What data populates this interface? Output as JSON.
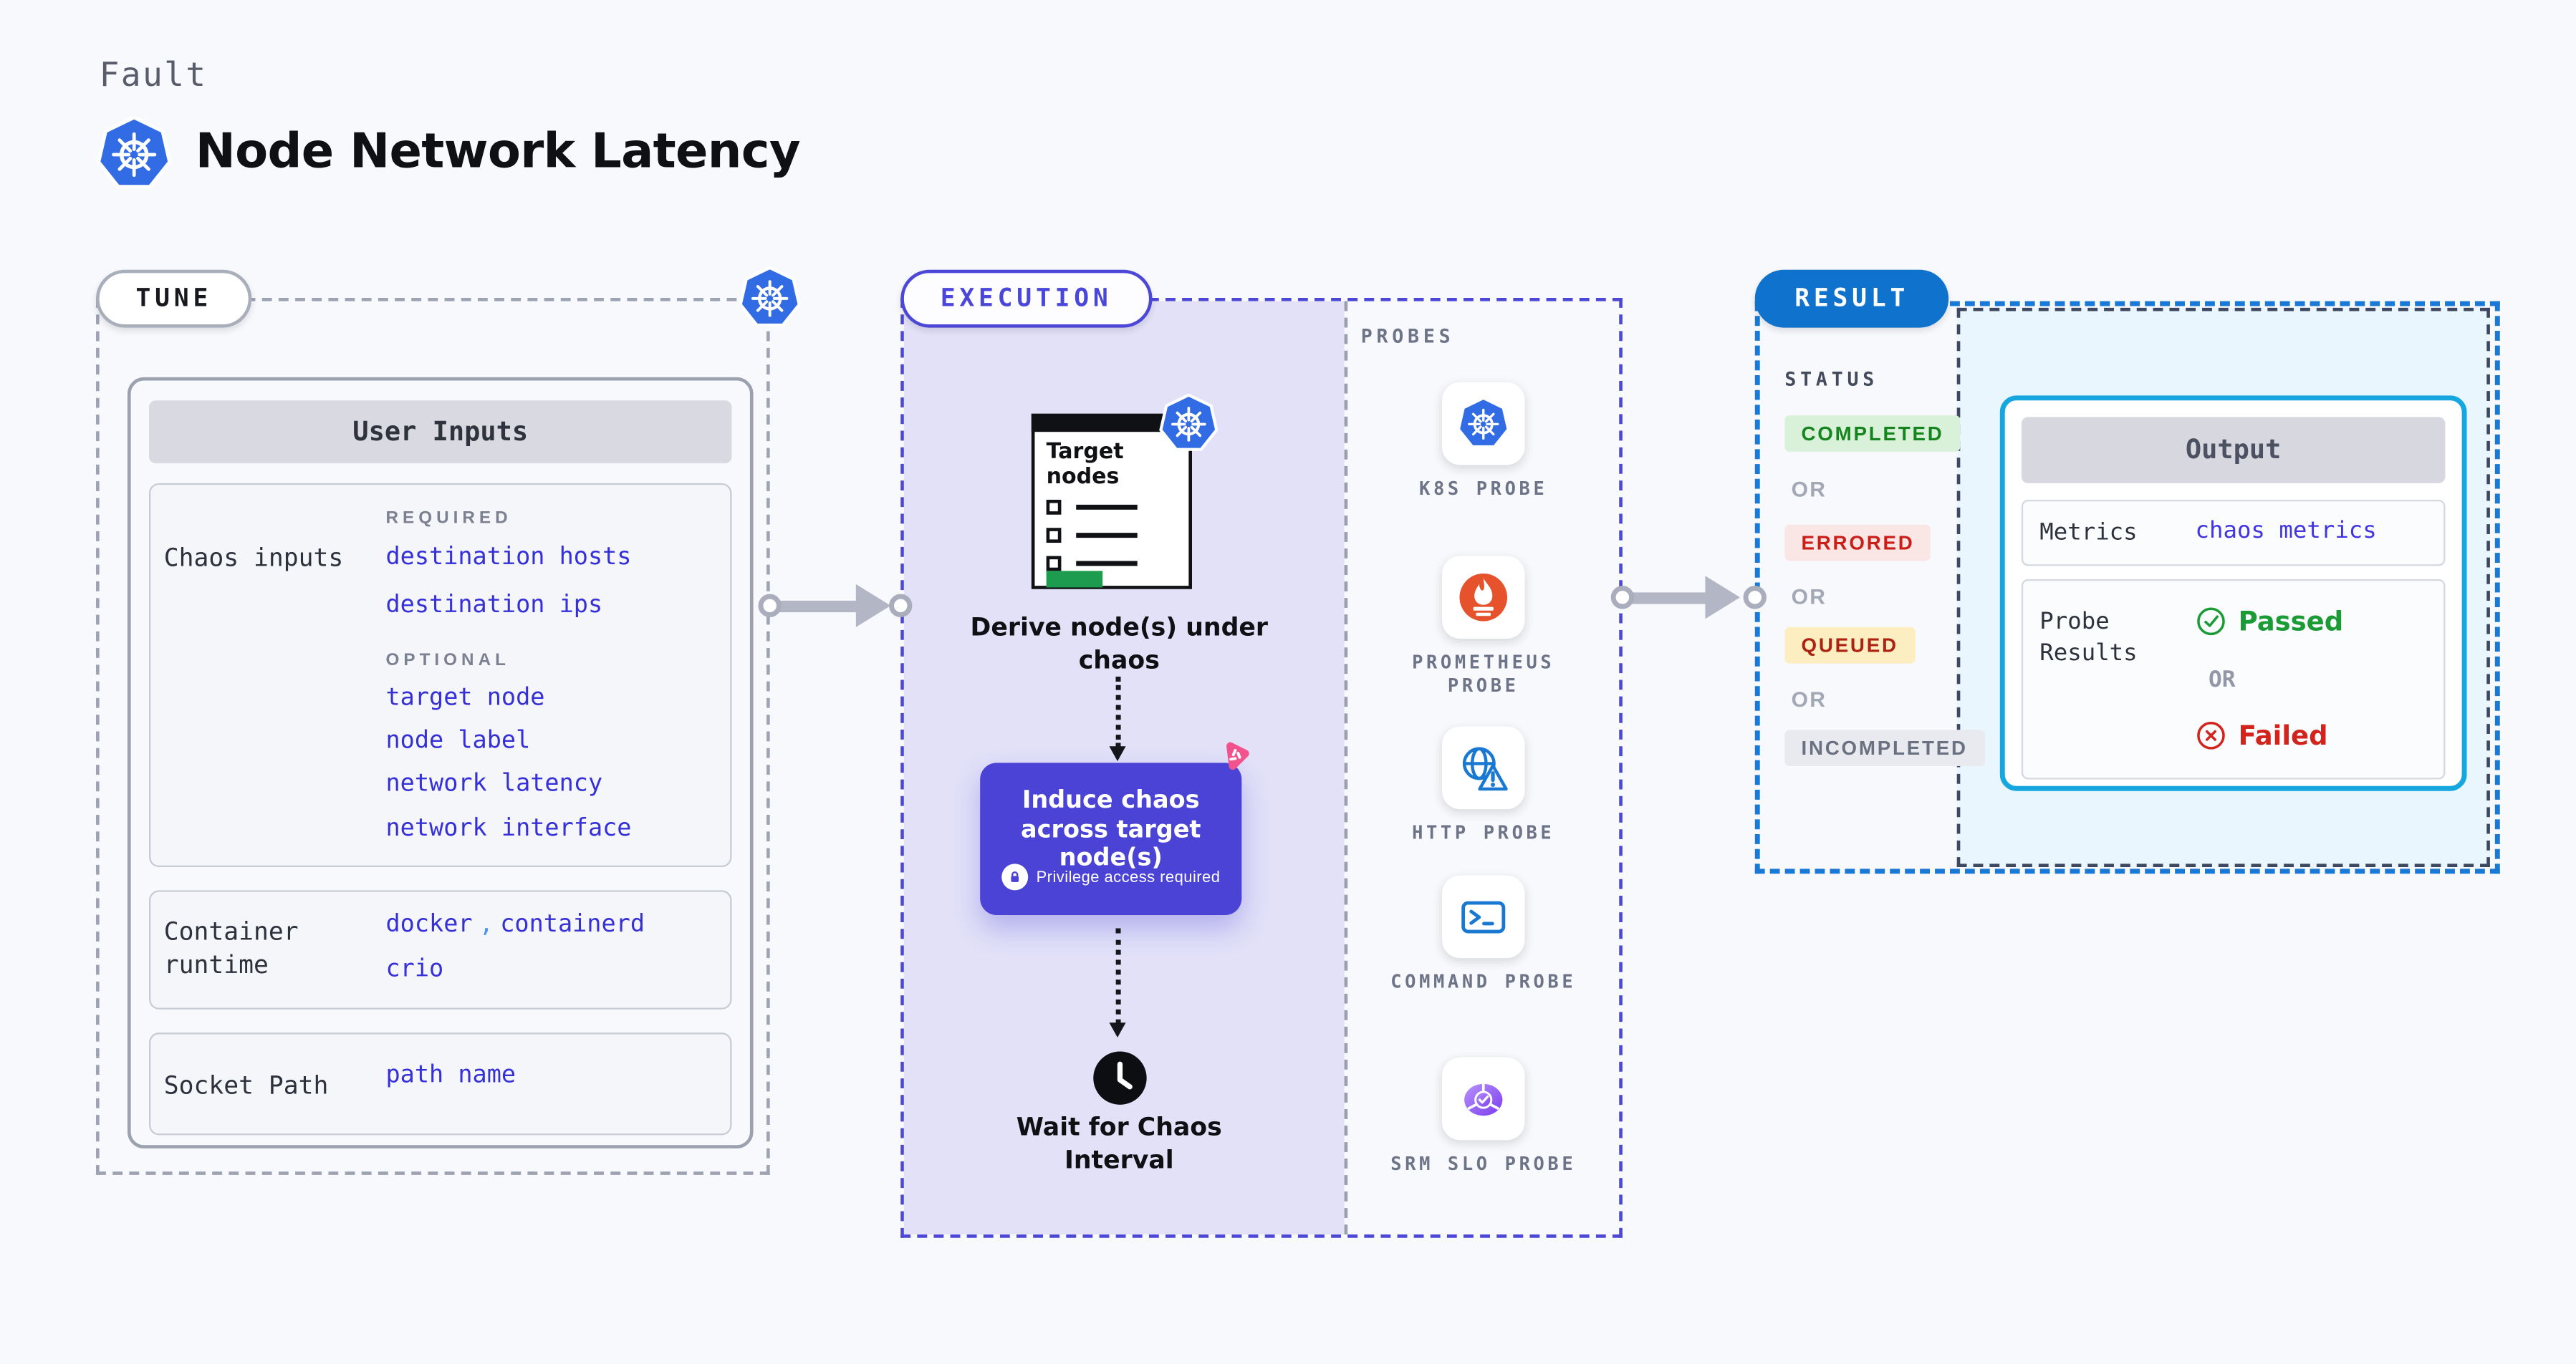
{
  "header": {
    "kicker": "Fault",
    "title": "Node Network Latency",
    "icon": "kubernetes-icon"
  },
  "tune": {
    "label": "TUNE",
    "user_inputs_title": "User Inputs",
    "chaos_inputs": {
      "label": "Chaos inputs",
      "required_heading": "REQUIRED",
      "required_values": [
        "destination hosts",
        "destination ips"
      ],
      "optional_heading": "OPTIONAL",
      "optional_values": [
        "target node",
        "node label",
        "network latency",
        "network interface"
      ]
    },
    "container_runtime": {
      "label": "Container runtime",
      "value_1": "docker",
      "separator": ",",
      "value_2": "containerd",
      "value_3": "crio"
    },
    "socket_path": {
      "label": "Socket Path",
      "value": "path name"
    }
  },
  "execution": {
    "label": "EXECUTION",
    "target_nodes_title": "Target nodes",
    "derive_caption": "Derive node(s) under chaos",
    "induce_title": "Induce chaos across target node(s)",
    "privilege_note": "Privilege access required",
    "wait_caption": "Wait for Chaos Interval"
  },
  "probes": {
    "label": "PROBES",
    "items": [
      {
        "label": "K8S PROBE",
        "icon": "kubernetes-icon"
      },
      {
        "label": "PROMETHEUS PROBE",
        "icon": "prometheus-icon"
      },
      {
        "label": "HTTP PROBE",
        "icon": "globe-warning-icon"
      },
      {
        "label": "COMMAND PROBE",
        "icon": "terminal-icon"
      },
      {
        "label": "SRM SLO PROBE",
        "icon": "slo-gauge-icon"
      }
    ]
  },
  "result": {
    "label": "RESULT",
    "status_heading": "STATUS",
    "or_label": "OR",
    "statuses": [
      {
        "text": "COMPLETED",
        "bg": "#d9f1d9",
        "color": "#17851f"
      },
      {
        "text": "ERRORED",
        "bg": "#fbe6e6",
        "color": "#ca1e18"
      },
      {
        "text": "QUEUED",
        "bg": "#fdeec2",
        "color": "#ad2312"
      },
      {
        "text": "INCOMPLETED",
        "bg": "#e9eaf0",
        "color": "#6a7180"
      }
    ],
    "output": {
      "title": "Output",
      "metrics_label": "Metrics",
      "metrics_value": "chaos metrics",
      "probe_results_label": "Probe Results",
      "passed_label": "Passed",
      "or_label": "OR",
      "failed_label": "Failed"
    }
  },
  "colors": {
    "page_bg": "#f8f9fc",
    "accent_indigo": "#4c47d6",
    "execution_bg": "#e2e1f8",
    "induce_purple": "#4a43d6",
    "result_blue": "#0f72cd",
    "result_dash_blue": "#1a79d4",
    "output_border": "#16a7e0",
    "output_panel_bg": "#e9f6fd",
    "arrow_gray": "#b3b6c4",
    "value_blue": "#3530d8",
    "k8s_blue": "#326ce5",
    "prometheus_orange": "#e6522c",
    "chaos_pink": "#f2538d",
    "passed_green": "#1a9b36",
    "failed_red": "#d2231c"
  }
}
